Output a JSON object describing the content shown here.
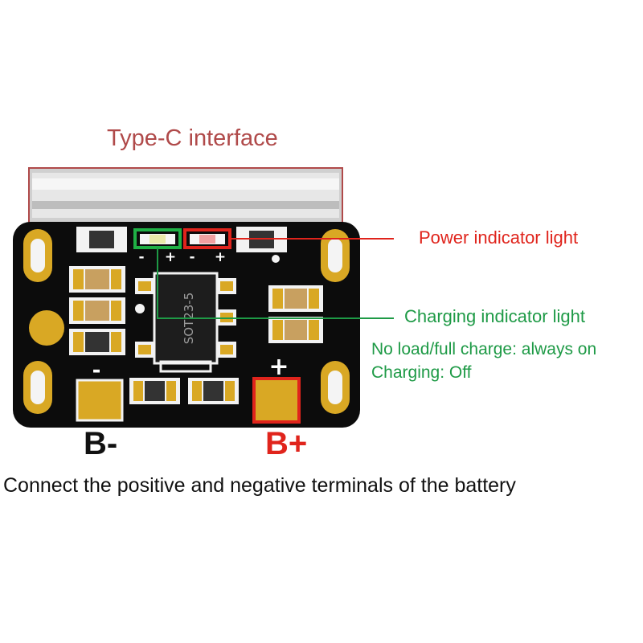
{
  "labels": {
    "title": "Type-C interface",
    "power_indicator": "Power indicator light",
    "charging_indicator": "Charging indicator light",
    "no_load_state": "No load/full charge: always on",
    "charging_state": "Charging: Off",
    "b_minus": "B-",
    "b_plus": "B+",
    "caption": "Connect the positive and negative terminals of the battery"
  },
  "board": {
    "chip_marking": "SOT23-5",
    "led_polarity": [
      "-",
      "+",
      "-",
      "+"
    ],
    "minus_sign": "-",
    "plus_sign": "+"
  },
  "colors": {
    "power_line": "#e0241c",
    "charging_line": "#1e9a46",
    "board": "#0c0c0c",
    "gold": "#d9a824",
    "title_text": "#b04a4a"
  }
}
